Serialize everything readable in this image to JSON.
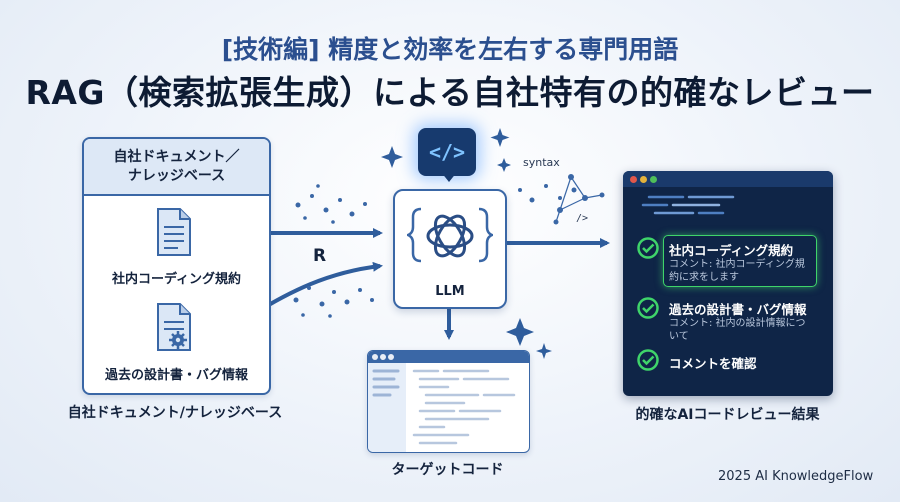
{
  "header": {
    "subtitle": "[技術編] 精度と効率を左右する専門用語",
    "title": "RAG（検索拡張生成）による自社特有の的確なレビュー"
  },
  "knowledge_base": {
    "header_line1": "自社ドキュメント／",
    "header_line2": "ナレッジベース",
    "docs": [
      {
        "label": "社内コーディング規約",
        "icon": "document-icon"
      },
      {
        "label": "過去の設計書・バグ情報",
        "icon": "document-gear-icon"
      }
    ],
    "caption": "自社ドキュメント/ナレッジベース"
  },
  "flow": {
    "r_label": "R",
    "llm_label": "LLM",
    "code_badge": "</>",
    "syntax_label": "syntax",
    "syntax_tag": "/>"
  },
  "target_code": {
    "caption": "ターゲットコード"
  },
  "review": {
    "items": [
      {
        "title": "社内コーディング規約",
        "comment_line1": "コメント: 社内コーディング規",
        "comment_line2": "約に求をします"
      },
      {
        "title": "過去の設計書・バグ情報",
        "comment_line1": "コメント: 社内の設計情報につ",
        "comment_line2": "いて"
      },
      {
        "title": "コメントを確認",
        "comment_line1": "",
        "comment_line2": ""
      }
    ],
    "caption": "的確なAIコードレビュー結果"
  },
  "footer": {
    "copyright": "2025 AI KnowledgeFlow"
  },
  "colors": {
    "primary_blue": "#3a67a6",
    "dark_navy": "#0f2547",
    "check_green": "#3fd46a"
  }
}
